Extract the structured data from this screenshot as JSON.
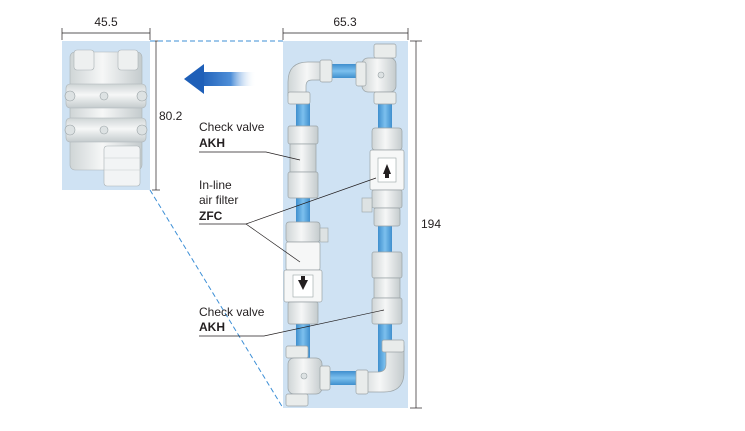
{
  "dimensions": {
    "small_width": "45.5",
    "small_height": "80.2",
    "large_width": "65.3",
    "large_height": "194"
  },
  "labels": {
    "check_valve_top": {
      "line1": "Check valve",
      "line2": "AKH"
    },
    "inline_filter": {
      "line1": "In-line",
      "line2": "air filter",
      "line3": "ZFC"
    },
    "check_valve_bottom": {
      "line1": "Check valve",
      "line2": "AKH"
    }
  },
  "colors": {
    "panel_bg": "#cfe2f3",
    "tube": "#55a8e0",
    "fitting": "#e9eceb",
    "fitting_stroke": "#9aa3a6",
    "arrow": "#1f6fc7",
    "dashed_line": "#3d8fd6",
    "text": "#231f20"
  },
  "icons": [
    "flow-direction-arrow-icon",
    "check-valve-arrow-icon"
  ]
}
